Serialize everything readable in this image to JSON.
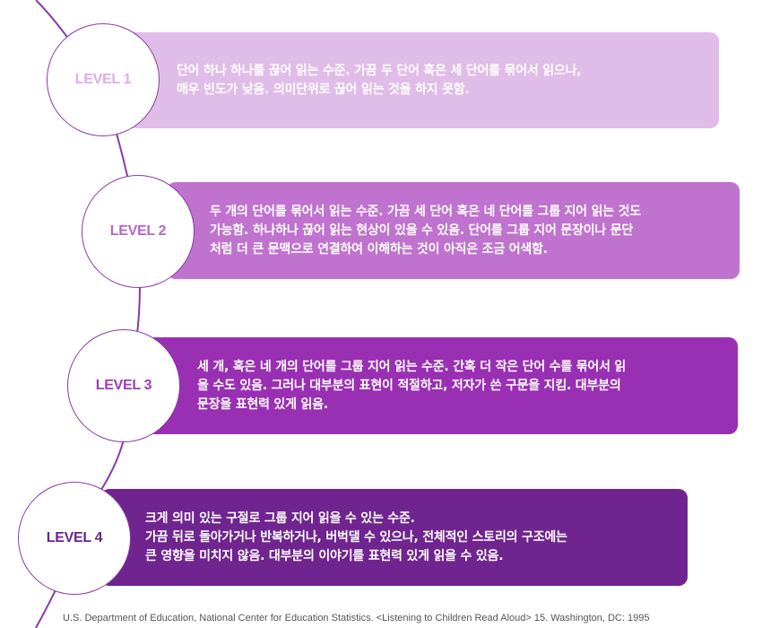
{
  "levels": [
    {
      "label": "LEVEL 1",
      "text": "단어 하나 하나를 끊어 읽는 수준. 가끔 두 단어 혹은 세 단어를 묶어서 읽으나,\n매우 빈도가 낮음. 의미단위로 끊어 읽는 것을 하지 못함."
    },
    {
      "label": "LEVEL 2",
      "text": "두 개의 단어를 묶어서 읽는 수준. 가끔 세 단어 혹은 네 단어를 그룹 지어 읽는 것도\n가능함. 하나하나 끊어 읽는 현상이 있을 수 있음. 단어를 그룹 지어 문장이나 문단\n처럼 더 큰 문맥으로 연결하여 이해하는 것이 아직은 조금 어색함."
    },
    {
      "label": "LEVEL 3",
      "text": "세 개, 혹은 네 개의 단어를 그룹 지어 읽는 수준. 간혹 더 작은 단어 수를 묶어서 읽\n을 수도 있음. 그러나 대부분의 표현이 적절하고, 저자가 쓴 구문을 지킴. 대부분의\n문장을 표현력 있게 읽음."
    },
    {
      "label": "LEVEL 4",
      "text": "크게 의미 있는 구절로 그룹 지어 읽을 수 있는 수준.\n가끔 뒤로 돌아가거나 반복하거나, 버벅댈 수 있으나, 전체적인 스토리의 구조에는\n큰 영향을 미치지 않음. 대부분의 이야기를 표현력 있게 읽을 수 있음."
    }
  ],
  "citation": "U.S. Department of Education, National Center for Education Statistics. <Listening to Children Read Aloud> 15. Washington, DC: 1995",
  "colors": {
    "level1": "#e0bde8",
    "level2": "#c072cf",
    "level3": "#992fb3",
    "level4": "#6f248f",
    "connector": "#8a3aa8"
  }
}
